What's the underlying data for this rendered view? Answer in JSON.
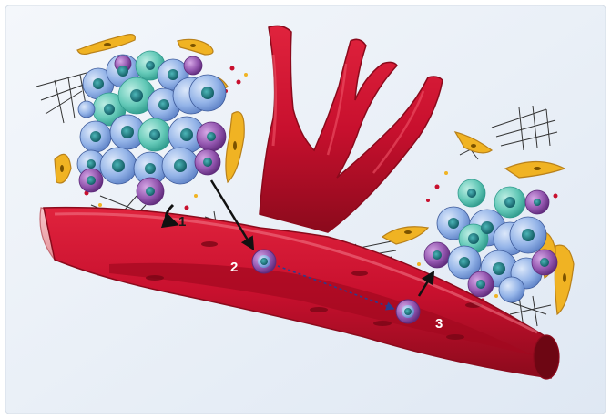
{
  "colors": {
    "background": "#e8f0f8",
    "vessel_red": "#c8102e",
    "vessel_dark": "#8b0a1c",
    "vessel_lumen": "#a3081f",
    "vessel_pink": "#f2a8ae",
    "cell_blue": "#8fb1e6",
    "cell_blue_light": "#c6d8f4",
    "cell_teal": "#5ec2b5",
    "cell_purple": "#8a4fa5",
    "nucleus": "#1f7f86",
    "fibroblast": "#f0b323",
    "dots_red": "#c8102e",
    "dots_yellow": "#f0b323",
    "fiber": "#333333"
  },
  "steps": [
    {
      "id": "intravasation-origin",
      "label": "1"
    },
    {
      "id": "circulating-cell",
      "label": "2"
    },
    {
      "id": "extravasation",
      "label": "3"
    }
  ]
}
